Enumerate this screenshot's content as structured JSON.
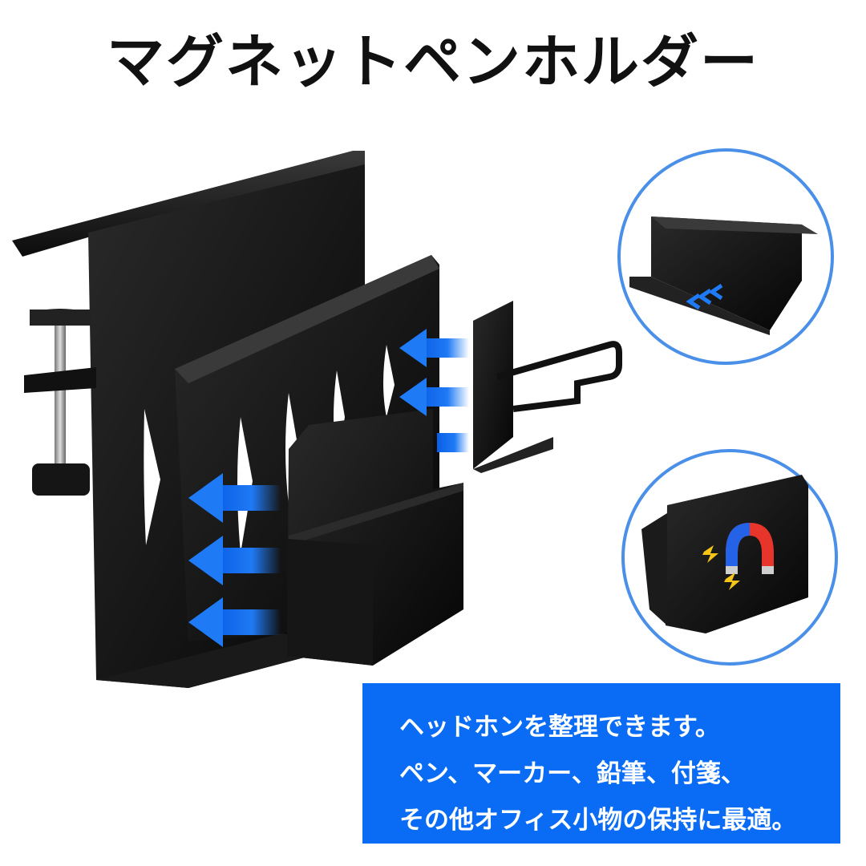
{
  "title": "マグネットペンホルダー",
  "colors": {
    "accent_blue": "#0a6cf5",
    "circle_border": "#4a8fe8",
    "arrow_blue": "#1f7af5",
    "product_black": "#111111"
  },
  "detail_top": {
    "icon": "arrow-chevrons-icon"
  },
  "detail_bottom": {
    "icon": "magnet-icon"
  },
  "description": {
    "lines": [
      "ヘッドホンを整理できます。",
      "ペン、マーカー、鉛筆、付箋、",
      "その他オフィス小物の保持に最適。"
    ]
  }
}
